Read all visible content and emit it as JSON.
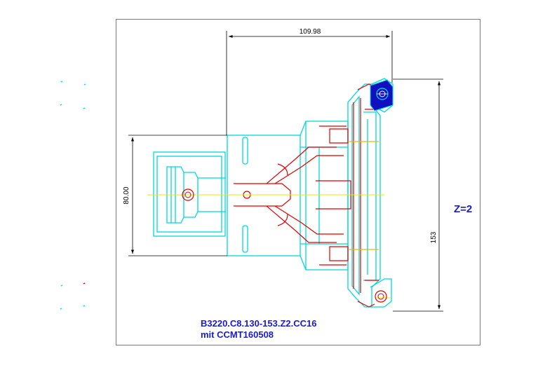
{
  "drawing": {
    "dimensions": {
      "width_top": "109.98",
      "diameter_left": "80.00",
      "height_right": "153"
    },
    "teeth_label": "Z=2",
    "title_line1": "B3220.C8.130-153.Z2.CC16",
    "title_line2": "mit CCMT160508"
  },
  "colors": {
    "frame": "#7a7a7a",
    "outline": "#00d8d8",
    "section": "#e00000",
    "insert": "#1010c0",
    "centerline": "#e8e800",
    "dimension": "#000000",
    "text": "#1a1ad0"
  }
}
